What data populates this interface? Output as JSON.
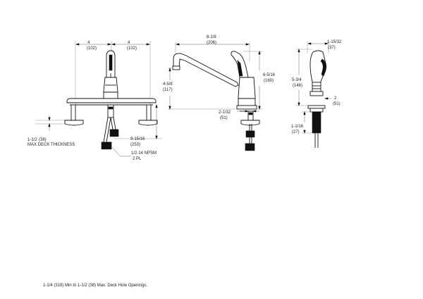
{
  "front_view": {
    "width_left": "4",
    "width_left_mm": "(102)",
    "width_right": "4",
    "width_right_mm": "(102)",
    "deck_thickness": "1-1/2",
    "deck_thickness_mm": "(38)",
    "deck_thickness_label": "MAX DECK THICKNESS",
    "spread": "9-15/16",
    "spread_mm": "(253)",
    "thread": "1/2-14 NPSM",
    "thread_qty": "2 PL"
  },
  "side_view": {
    "spout_reach": "8-1/8",
    "spout_reach_mm": "(206)",
    "spout_height": "4-5/8",
    "spout_height_mm": "(117)",
    "overall_height": "6-5/16",
    "overall_height_mm": "(160)",
    "shank_offset": "2-1/32",
    "shank_offset_mm": "(51)"
  },
  "spray_view": {
    "head_width": "1-15/32",
    "head_width_mm": "(37)",
    "head_height": "5-3/4",
    "head_height_mm": "(146)",
    "base_width": "2",
    "base_width_mm": "(51)",
    "shank_length": "1-1/16",
    "shank_length_mm": "(27)"
  },
  "footnote": "1-1/4 (318) Min to 1-1/2 (38) Max. Deck Hole Openings."
}
